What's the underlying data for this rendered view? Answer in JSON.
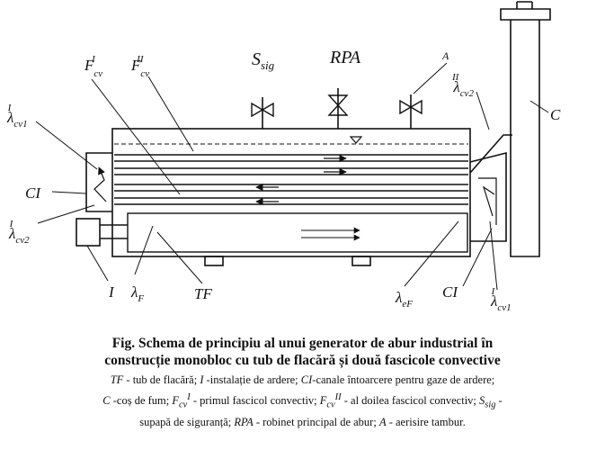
{
  "labels": {
    "fcv1": "F",
    "fcv1_sup": "I",
    "fcv1_sub": "cv",
    "fcv2": "F",
    "fcv2_sup": "II",
    "fcv2_sub": "cv",
    "ssig": "S",
    "ssig_sub": "sig",
    "rpa": "RPA",
    "a": "A",
    "c": "C",
    "ci_left": "CI",
    "ci_right": "CI",
    "i": "I",
    "lambda_f": "λ",
    "lambda_f_sub": "F",
    "tf": "TF",
    "lambda_ef": "λ",
    "lambda_ef_sub": "eF",
    "lambda_cv1_left": "λ",
    "lambda_cv1_left_sup": "I",
    "lambda_cv1_left_sub": "cv1",
    "lambda_cv2_left": "λ",
    "lambda_cv2_left_sup": "I",
    "lambda_cv2_left_sub": "cv2",
    "lambda_cv2_right": "λ",
    "lambda_cv2_right_sup": "II",
    "lambda_cv2_right_sub": "cv2",
    "lambda_cv1_right": "λ",
    "lambda_cv1_right_sup": "I",
    "lambda_cv1_right_sub": "cv1"
  },
  "caption": {
    "title_line1": "Fig. Schema de principiu al unui generator de abur industrial în",
    "title_line2": "construcție monobloc cu tub de flacără și două fascicole convective",
    "legend": {
      "tf_sym": "TF",
      "tf_text": " - tub de flacără; ",
      "i_sym": "I",
      "i_text": " -instalație de ardere; ",
      "ci_sym": "CI",
      "ci_text": "-canale întoarcere pentru gaze de ardere;",
      "c_sym": "C",
      "c_text": " -coș de fum; ",
      "f1_sym": "F",
      "f1_sub": "cv",
      "f1_sup": "I",
      "f1_text": " - primul fascicol convectiv; ",
      "f2_sym": "F",
      "f2_sub": "cv",
      "f2_sup": "II",
      "f2_text": " - al doilea fascicol convectiv; ",
      "s_sym": "S",
      "s_sub": "sig",
      "s_text": " -",
      "line4_text": "supapă de siguranță; ",
      "rpa_sym": "RPA",
      "rpa_text": " - robinet principal de abur; ",
      "a_sym": "A",
      "a_text": " - aerisire tambur."
    }
  }
}
